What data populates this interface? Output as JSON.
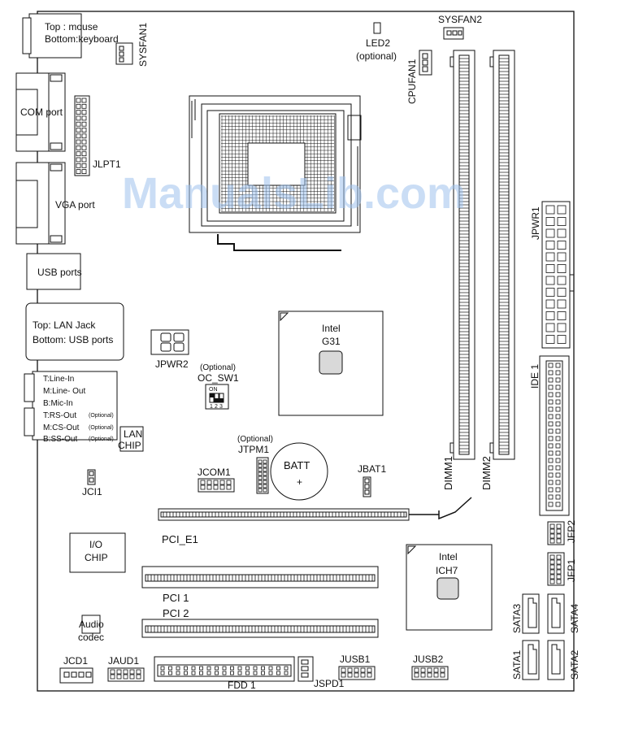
{
  "labels": {
    "ps2": [
      "Top : mouse",
      "Bottom:keyboard"
    ],
    "sysfan1": "SYSFAN1",
    "sysfan2": "SYSFAN2",
    "led2": [
      "LED2",
      "(optional)"
    ],
    "cpufan1": "CPUFAN1",
    "com_port": "COM port",
    "jlpt1": "JLPT1",
    "vga_port": "VGA port",
    "usb_ports": "USB ports",
    "lan_usb": [
      "Top: LAN Jack",
      "Bottom: USB ports"
    ],
    "audio_jacks": [
      {
        "text": "T:Line-In",
        "opt": ""
      },
      {
        "text": "M:Line- Out",
        "opt": ""
      },
      {
        "text": "B:Mic-In",
        "opt": ""
      },
      {
        "text": "T:RS-Out",
        "opt": "(Optional)"
      },
      {
        "text": "M:CS-Out",
        "opt": "(Optional)"
      },
      {
        "text": "B:SS-Out",
        "opt": "(Optional)"
      }
    ],
    "lan_chip": [
      "LAN",
      "CHIP"
    ],
    "jpwr2": "JPWR2",
    "oc_sw1": [
      "(Optional)",
      "OC_SW1"
    ],
    "switch_on": "ON",
    "switch_nums": [
      "1",
      "2",
      "3"
    ],
    "jtpm1": [
      "(Optional)",
      "JTPM1"
    ],
    "batt": [
      "BATT",
      "+"
    ],
    "jbat1": "JBAT1",
    "jcom1": "JCOM1",
    "jci1": "JCI1",
    "nb": [
      "Intel",
      "G31"
    ],
    "sb": [
      "Intel",
      "ICH7"
    ],
    "dimm1": "DIMM1",
    "dimm2": "DIMM2",
    "jpwr1": "JPWR1",
    "ide1": "IDE 1",
    "jfp2": "JFP2",
    "jfp1": "JFP1",
    "pci_e1": "PCI_E1",
    "pci1": "PCI 1",
    "pci2": "PCI 2",
    "io_chip": [
      "I/O",
      "CHIP"
    ],
    "audio_codec": [
      "Audio",
      "codec"
    ],
    "jcd1": "JCD1",
    "jaud1": "JAUD1",
    "fdd1": "FDD 1",
    "jspd1": "JSPD1",
    "jusb1": "JUSB1",
    "jusb2": "JUSB2",
    "sata1": "SATA1",
    "sata2": "SATA2",
    "sata3": "SATA3",
    "sata4": "SATA4"
  },
  "watermark": "ManualsLib.com",
  "colors": {
    "line": "#111111",
    "watermark": "#9fc3ee"
  }
}
